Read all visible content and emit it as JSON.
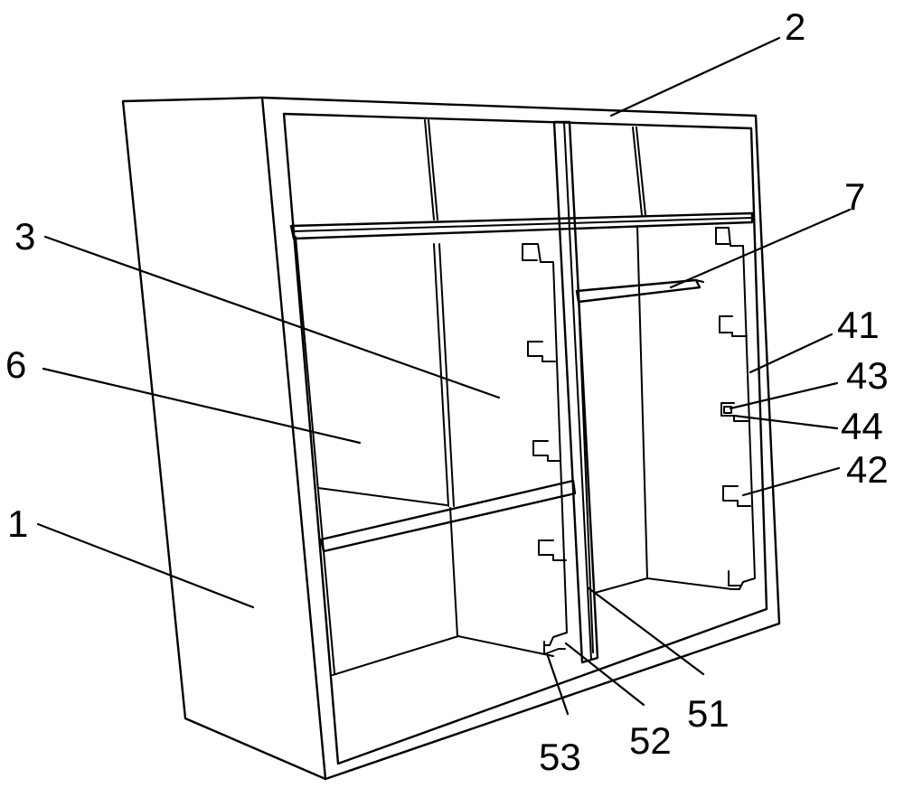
{
  "labels": {
    "l2": "2",
    "l3": "3",
    "l7": "7",
    "l6": "6",
    "l41": "41",
    "l43": "43",
    "l44": "44",
    "l42": "42",
    "l1": "1",
    "l51": "51",
    "l52": "52",
    "l53": "53"
  }
}
